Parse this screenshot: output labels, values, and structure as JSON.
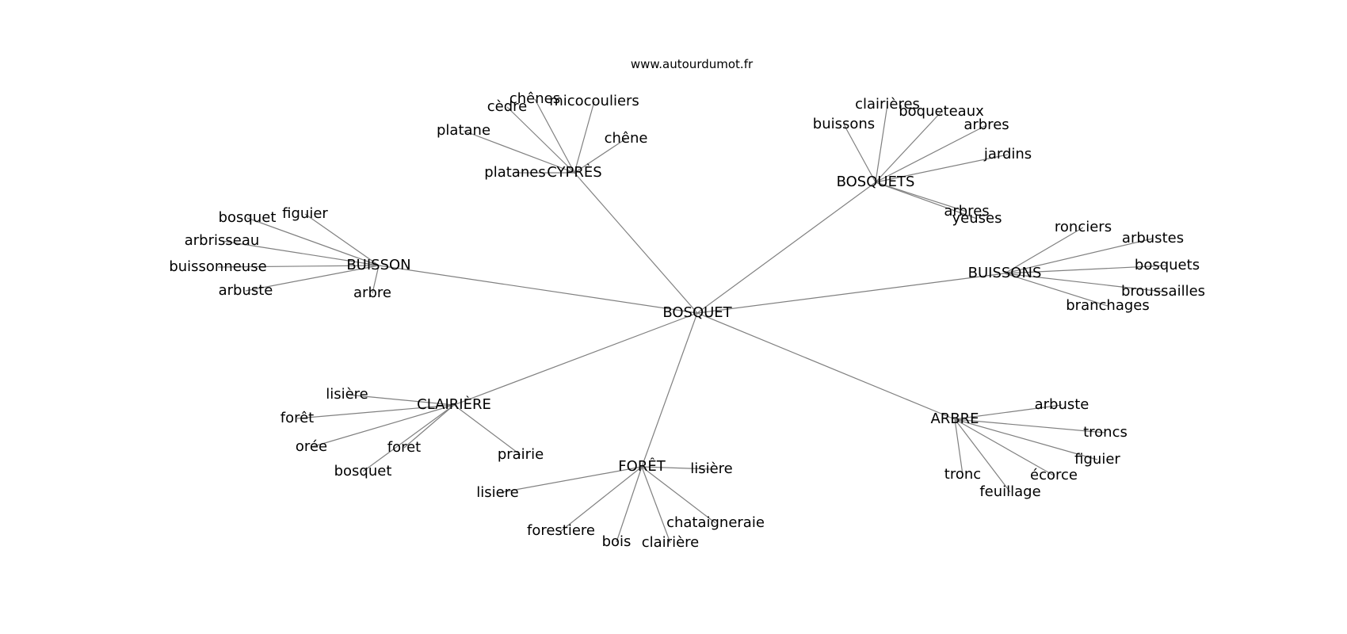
{
  "header": {
    "source": "www.autourdumot.fr"
  },
  "graph": {
    "root": "BOSQUET",
    "clusters": [
      {
        "hub": "CYPRÈS",
        "leaves": [
          "cèdre",
          "chênes",
          "micocouliers",
          "platane",
          "chêne",
          "platanes"
        ]
      },
      {
        "hub": "BOSQUETS",
        "leaves": [
          "clairières",
          "boqueteaux",
          "buissons",
          "arbres",
          "jardins",
          "arbres",
          "yeuses"
        ]
      },
      {
        "hub": "BUISSON",
        "leaves": [
          "bosquet",
          "figuier",
          "arbrisseau",
          "buissonneuse",
          "arbuste",
          "arbre"
        ]
      },
      {
        "hub": "BUISSONS",
        "leaves": [
          "ronciers",
          "arbustes",
          "bosquets",
          "broussailles",
          "branchages"
        ]
      },
      {
        "hub": "CLAIRIÈRE",
        "leaves": [
          "lisière",
          "forêt",
          "orée",
          "foret",
          "bosquet",
          "prairie"
        ]
      },
      {
        "hub": "FORÊT",
        "leaves": [
          "lisière",
          "lisiere",
          "forestiere",
          "bois",
          "clairière",
          "chataigneraie"
        ]
      },
      {
        "hub": "ARBRE",
        "leaves": [
          "arbuste",
          "troncs",
          "figuier",
          "écorce",
          "tronc",
          "feuillage"
        ]
      }
    ]
  }
}
